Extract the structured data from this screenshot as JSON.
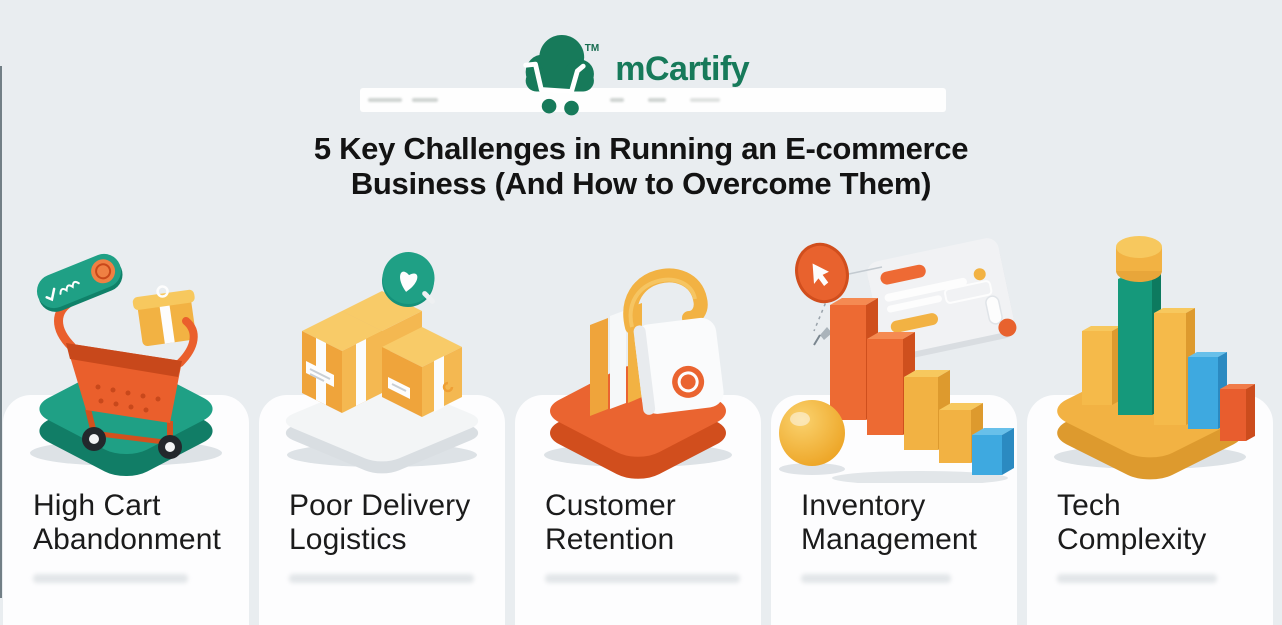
{
  "logo": {
    "brand": "mCartify",
    "trademark": "TM",
    "icon": "cloud-cart-logo-icon",
    "color": "#177a5a"
  },
  "title": {
    "line1": "5 Key Challenges in Running an E-commerce",
    "line2": "Business (And How to Overcome Them)"
  },
  "cards": [
    {
      "label_line1": "High Cart",
      "label_line2": "Abandonment",
      "icon": "shopping-cart-illustration",
      "has_blurred_subtext": true
    },
    {
      "label_line1": "Poor Delivery",
      "label_line2": "Logistics",
      "icon": "shipping-boxes-illustration",
      "has_blurred_subtext": true
    },
    {
      "label_line1": "Customer",
      "label_line2": "Retention",
      "icon": "padlock-illustration",
      "has_blurred_subtext": true
    },
    {
      "label_line1": "Inventory",
      "label_line2": "Management",
      "icon": "descending-bar-chart-illustration",
      "has_blurred_subtext": true
    },
    {
      "label_line1": "Tech",
      "label_line2": "Complexity",
      "icon": "column-chart-illustration",
      "has_blurred_subtext": true
    }
  ],
  "colors": {
    "background": "#e9edf0",
    "card": "#fdfdfe",
    "title_text": "#131313",
    "label_text": "#1b1b1b",
    "brand_green": "#177a5a",
    "teal": "#1fa085",
    "orange": "#e8622e",
    "yellow": "#f2b243",
    "blue": "#3ea9e0",
    "bar_green": "#15997b"
  }
}
